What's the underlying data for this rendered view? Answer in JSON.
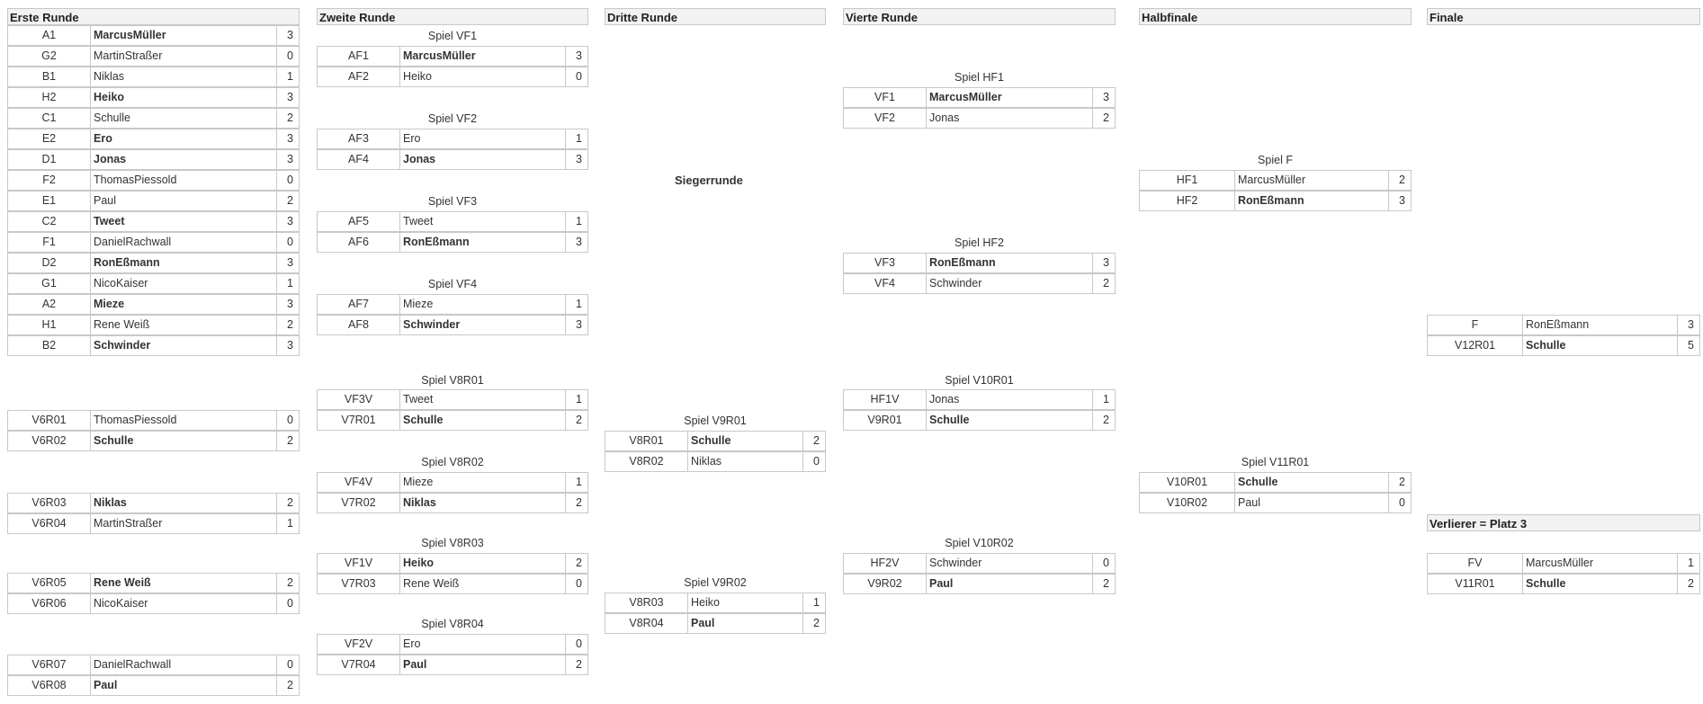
{
  "columns": [
    {
      "label": "Erste Runde"
    },
    {
      "label": "Zweite Runde"
    },
    {
      "label": "Dritte Runde"
    },
    {
      "label": "Vierte Runde"
    },
    {
      "label": "Halbfinale"
    },
    {
      "label": "Finale"
    }
  ],
  "section_labels": {
    "winners_round": "Siegerrunde",
    "third_place": "Verlierer = Platz 3"
  },
  "rows": [
    {
      "id": "A1",
      "name": "MarcusMüller",
      "score": "3",
      "win": true
    },
    {
      "id": "G2",
      "name": "MartinStraßer",
      "score": "0",
      "win": false
    },
    {
      "id": "B1",
      "name": "Niklas",
      "score": "1",
      "win": false
    },
    {
      "id": "H2",
      "name": "Heiko",
      "score": "3",
      "win": true
    },
    {
      "id": "C1",
      "name": "Schulle",
      "score": "2",
      "win": false
    },
    {
      "id": "E2",
      "name": "Ero",
      "score": "3",
      "win": true
    },
    {
      "id": "D1",
      "name": "Jonas",
      "score": "3",
      "win": true
    },
    {
      "id": "F2",
      "name": "ThomasPiessold",
      "score": "0",
      "win": false
    },
    {
      "id": "E1",
      "name": "Paul",
      "score": "2",
      "win": false
    },
    {
      "id": "C2",
      "name": "Tweet",
      "score": "3",
      "win": true
    },
    {
      "id": "F1",
      "name": "DanielRachwall",
      "score": "0",
      "win": false
    },
    {
      "id": "D2",
      "name": "RonEßmann",
      "score": "3",
      "win": true
    },
    {
      "id": "G1",
      "name": "NicoKaiser",
      "score": "1",
      "win": false
    },
    {
      "id": "A2",
      "name": "Mieze",
      "score": "3",
      "win": true
    },
    {
      "id": "H1",
      "name": "Rene Weiß",
      "score": "2",
      "win": false
    },
    {
      "id": "B2",
      "name": "Schwinder",
      "score": "3",
      "win": true
    },
    {
      "id": "V6R01",
      "name": "ThomasPiessold",
      "score": "0",
      "win": false
    },
    {
      "id": "V6R02",
      "name": "Schulle",
      "score": "2",
      "win": true
    },
    {
      "id": "V6R03",
      "name": "Niklas",
      "score": "2",
      "win": true
    },
    {
      "id": "V6R04",
      "name": "MartinStraßer",
      "score": "1",
      "win": false
    },
    {
      "id": "V6R05",
      "name": "Rene Weiß",
      "score": "2",
      "win": true
    },
    {
      "id": "V6R06",
      "name": "NicoKaiser",
      "score": "0",
      "win": false
    },
    {
      "id": "V6R07",
      "name": "DanielRachwall",
      "score": "0",
      "win": false
    },
    {
      "id": "V6R08",
      "name": "Paul",
      "score": "2",
      "win": true
    },
    {
      "id": "AF1",
      "name": "MarcusMüller",
      "score": "3",
      "win": true
    },
    {
      "id": "AF2",
      "name": "Heiko",
      "score": "0",
      "win": false
    },
    {
      "id": "AF3",
      "name": "Ero",
      "score": "1",
      "win": false
    },
    {
      "id": "AF4",
      "name": "Jonas",
      "score": "3",
      "win": true
    },
    {
      "id": "AF5",
      "name": "Tweet",
      "score": "1",
      "win": false
    },
    {
      "id": "AF6",
      "name": "RonEßmann",
      "score": "3",
      "win": true
    },
    {
      "id": "AF7",
      "name": "Mieze",
      "score": "1",
      "win": false
    },
    {
      "id": "AF8",
      "name": "Schwinder",
      "score": "3",
      "win": true
    },
    {
      "id": "VF3V",
      "name": "Tweet",
      "score": "1",
      "win": false
    },
    {
      "id": "V7R01",
      "name": "Schulle",
      "score": "2",
      "win": true
    },
    {
      "id": "VF4V",
      "name": "Mieze",
      "score": "1",
      "win": false
    },
    {
      "id": "V7R02",
      "name": "Niklas",
      "score": "2",
      "win": true
    },
    {
      "id": "VF1V",
      "name": "Heiko",
      "score": "2",
      "win": true
    },
    {
      "id": "V7R03",
      "name": "Rene Weiß",
      "score": "0",
      "win": false
    },
    {
      "id": "VF2V",
      "name": "Ero",
      "score": "0",
      "win": false
    },
    {
      "id": "V7R04",
      "name": "Paul",
      "score": "2",
      "win": true
    },
    {
      "id": "V8R01",
      "name": "Schulle",
      "score": "2",
      "win": true
    },
    {
      "id": "V8R02",
      "name": "Niklas",
      "score": "0",
      "win": false
    },
    {
      "id": "V8R03",
      "name": "Heiko",
      "score": "1",
      "win": false
    },
    {
      "id": "V8R04",
      "name": "Paul",
      "score": "2",
      "win": true
    },
    {
      "id": "VF1",
      "name": "MarcusMüller",
      "score": "3",
      "win": true
    },
    {
      "id": "VF2",
      "name": "Jonas",
      "score": "2",
      "win": false
    },
    {
      "id": "VF3",
      "name": "RonEßmann",
      "score": "3",
      "win": true
    },
    {
      "id": "VF4",
      "name": "Schwinder",
      "score": "2",
      "win": false
    },
    {
      "id": "HF1V",
      "name": "Jonas",
      "score": "1",
      "win": false
    },
    {
      "id": "V9R01",
      "name": "Schulle",
      "score": "2",
      "win": true
    },
    {
      "id": "HF2V",
      "name": "Schwinder",
      "score": "0",
      "win": false
    },
    {
      "id": "V9R02",
      "name": "Paul",
      "score": "2",
      "win": true
    },
    {
      "id": "HF1",
      "name": "MarcusMüller",
      "score": "2",
      "win": false
    },
    {
      "id": "HF2",
      "name": "RonEßmann",
      "score": "3",
      "win": true
    },
    {
      "id": "V10R01",
      "name": "Schulle",
      "score": "2",
      "win": true
    },
    {
      "id": "V10R02",
      "name": "Paul",
      "score": "0",
      "win": false
    },
    {
      "id": "F",
      "name": "RonEßmann",
      "score": "3",
      "win": false
    },
    {
      "id": "V12R01",
      "name": "Schulle",
      "score": "5",
      "win": true
    },
    {
      "id": "FV",
      "name": "MarcusMüller",
      "score": "1",
      "win": false
    },
    {
      "id": "V11R01",
      "name": "Schulle",
      "score": "2",
      "win": true
    }
  ],
  "titles": [
    "Spiel VF1",
    "Spiel VF2",
    "Spiel VF3",
    "Spiel VF4",
    "Spiel V8R01",
    "Spiel V8R02",
    "Spiel V8R03",
    "Spiel V8R04",
    "Spiel V9R01",
    "Spiel V9R02",
    "Spiel HF1",
    "Spiel HF2",
    "Spiel V10R01",
    "Spiel V10R02",
    "Spiel F",
    "Spiel V11R01"
  ]
}
